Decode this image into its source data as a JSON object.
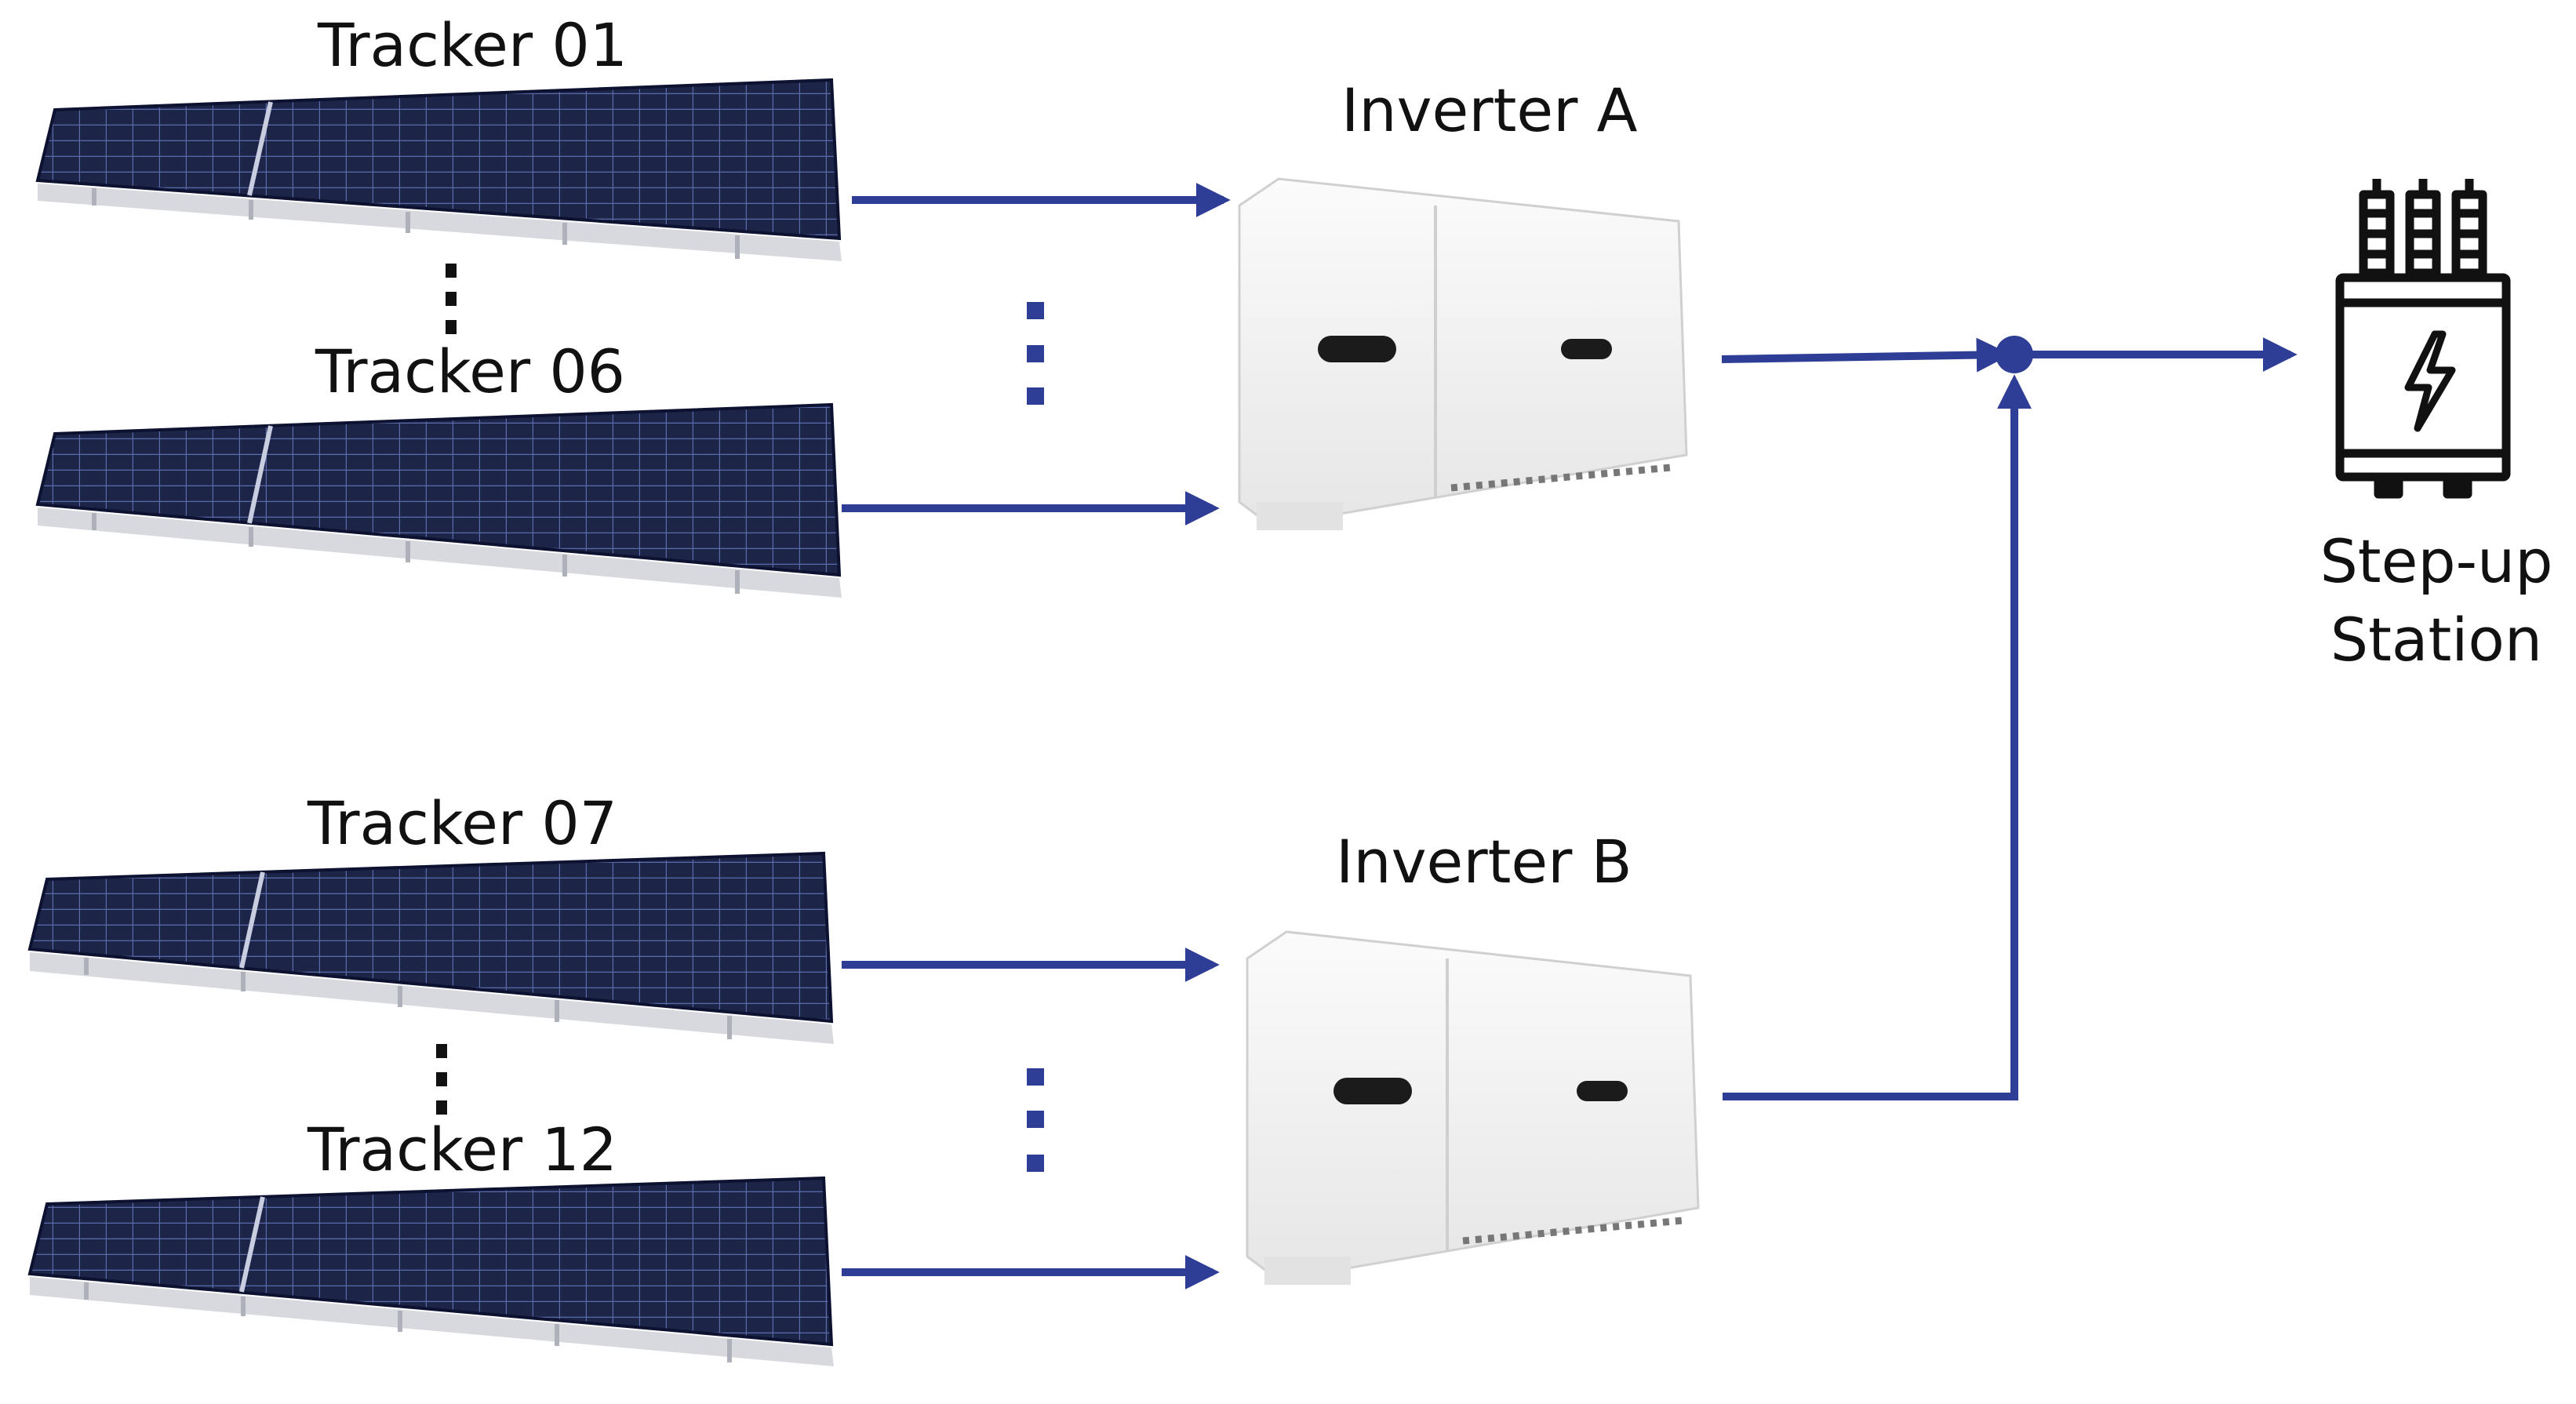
{
  "trackers": [
    {
      "id": "t01",
      "label": "Tracker 01"
    },
    {
      "id": "t06",
      "label": "Tracker 06"
    },
    {
      "id": "t07",
      "label": "Tracker 07"
    },
    {
      "id": "t12",
      "label": "Tracker 12"
    }
  ],
  "inverters": [
    {
      "id": "a",
      "label": "Inverter A"
    },
    {
      "id": "b",
      "label": "Inverter B"
    }
  ],
  "station": {
    "label_line1": "Step-up",
    "label_line2": "Station",
    "icon": "transformer-icon"
  },
  "colors": {
    "arrow": "#2e3d96",
    "panel": "#1c2448",
    "inverter_body": "#f4f4f4"
  }
}
